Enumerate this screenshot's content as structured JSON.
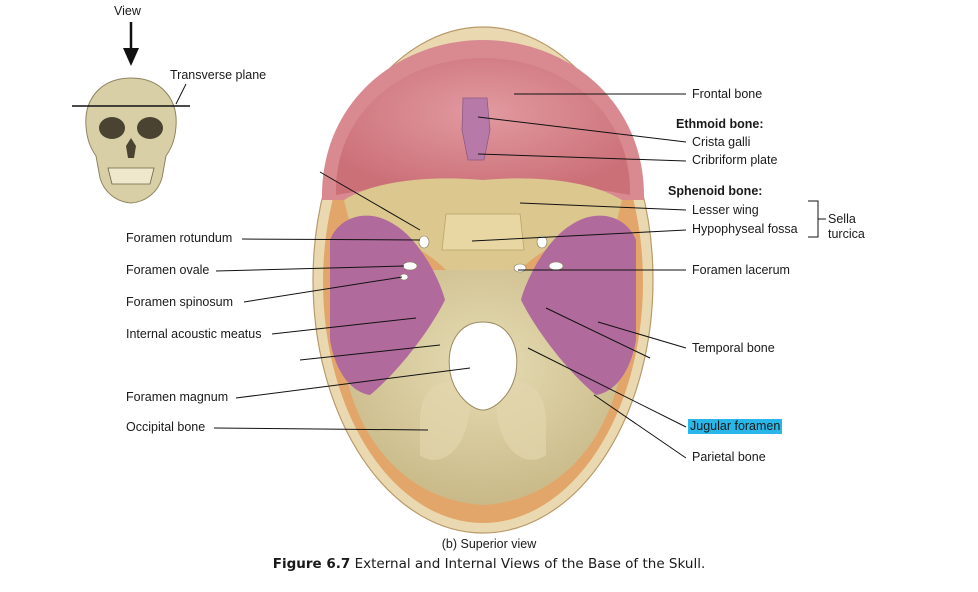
{
  "inset": {
    "view_label": "View",
    "plane_label": "Transverse plane"
  },
  "labels_left": {
    "foramen_rotundum": "Foramen rotundum",
    "foramen_ovale": "Foramen ovale",
    "foramen_spinosum": "Foramen spinosum",
    "internal_acoustic_meatus": "Internal acoustic meatus",
    "foramen_magnum": "Foramen magnum",
    "occipital_bone": "Occipital bone"
  },
  "labels_right": {
    "frontal_bone": "Frontal bone",
    "ethmoid_heading": "Ethmoid bone:",
    "crista_galli": "Crista galli",
    "cribriform_plate": "Cribriform plate",
    "sphenoid_heading": "Sphenoid bone:",
    "lesser_wing": "Lesser wing",
    "hypophyseal_fossa": "Hypophyseal fossa",
    "sella_turcica": "Sella turcica",
    "foramen_lacerum": "Foramen lacerum",
    "temporal_bone": "Temporal bone",
    "jugular_foramen": "Jugular foramen",
    "parietal_bone": "Parietal bone"
  },
  "subcaption": "(b) Superior view",
  "caption": {
    "prefix": "Figure 6.7",
    "text": " External and Internal Views of the Base of the Skull."
  },
  "colors": {
    "frontal": "#d9848a",
    "ethmoid": "#b77aa8",
    "sphenoid": "#d9c58a",
    "temporal": "#b06a9c",
    "occipital": "#d6c9a0",
    "parietal": "#e0a866",
    "highlight": "#29b6e8"
  }
}
